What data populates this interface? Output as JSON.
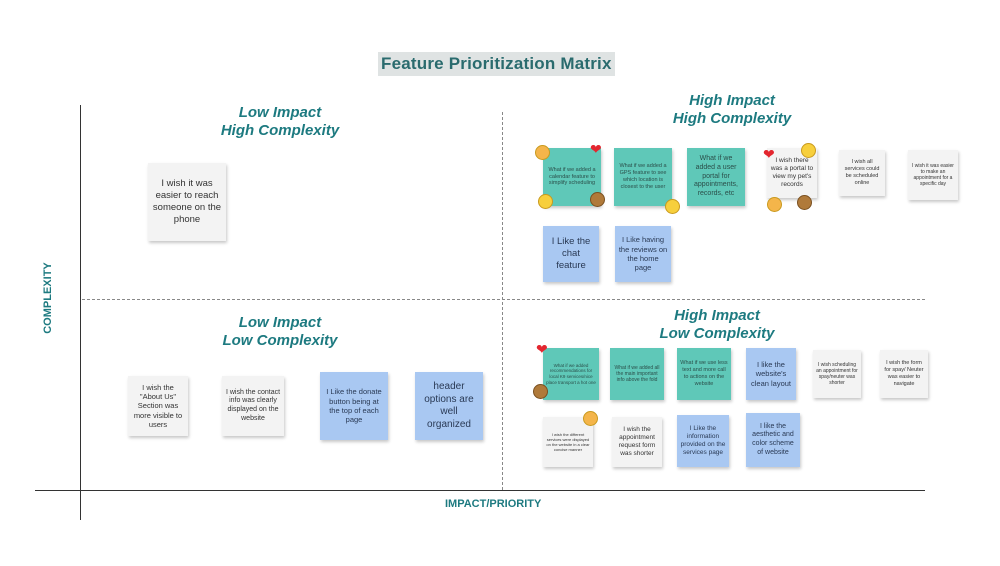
{
  "title": "Feature Prioritization Matrix",
  "axes": {
    "y": "COMPLEXITY",
    "x": "IMPACT/PRIORITY"
  },
  "quadrants": {
    "lh": {
      "line1": "Low Impact",
      "line2": "High Complexity"
    },
    "hh": {
      "line1": "High Impact",
      "line2": "High Complexity"
    },
    "ll": {
      "line1": "Low Impact",
      "line2": "Low Complexity"
    },
    "hl": {
      "line1": "High Impact",
      "line2": "Low Complexity"
    }
  },
  "notes": {
    "lh1": "I wish it was easier to reach someone on the phone",
    "hh1": "What if we added a calendar feature to simplify scheduling",
    "hh2": "What if we added a GPS feature to see which location is closest to the user",
    "hh3": "What if we added a user portal for appointments, records, etc",
    "hh4": "I wish there was a portal to view my pet's records",
    "hh5": "I wish all services could be scheduled online",
    "hh6": "I wish it was easier to make an appointment for a specific day",
    "hh7": "I Like the chat feature",
    "hh8": "I Like having the reviews on the home page",
    "ll1": "I wish the \"About Us\" Section was more visible to users",
    "ll2": "I wish the contact info was clearly displayed on the website",
    "ll3": "I Like the donate button being at the top of each page",
    "ll4": "header options are well organized",
    "hl1": "What if we added recommendations for local K9 services/nice place transport a hot one",
    "hl2": "What if we added all the main important info above the fold",
    "hl3": "What if we use less text and more call to actions on the website",
    "hl4": "I like the website's clean layout",
    "hl5": "I wish scheduling an appointment for spay/neuter was shorter",
    "hl6": "I wish the form for spay/ Neuter was easier to navigate",
    "hl7": "I wish the different services were displayed on the website in a clear concise manner",
    "hl8": "I wish the appointment request form was shorter",
    "hl9": "I Like the information provided on the services page",
    "hl10": "I like the aesthetic and color scheme of website"
  },
  "colors": {
    "teal_note": "#5fc8b8",
    "blue_note": "#a9c8f2",
    "white_note": "#f3f3f3",
    "heading": "#1d7a80"
  }
}
